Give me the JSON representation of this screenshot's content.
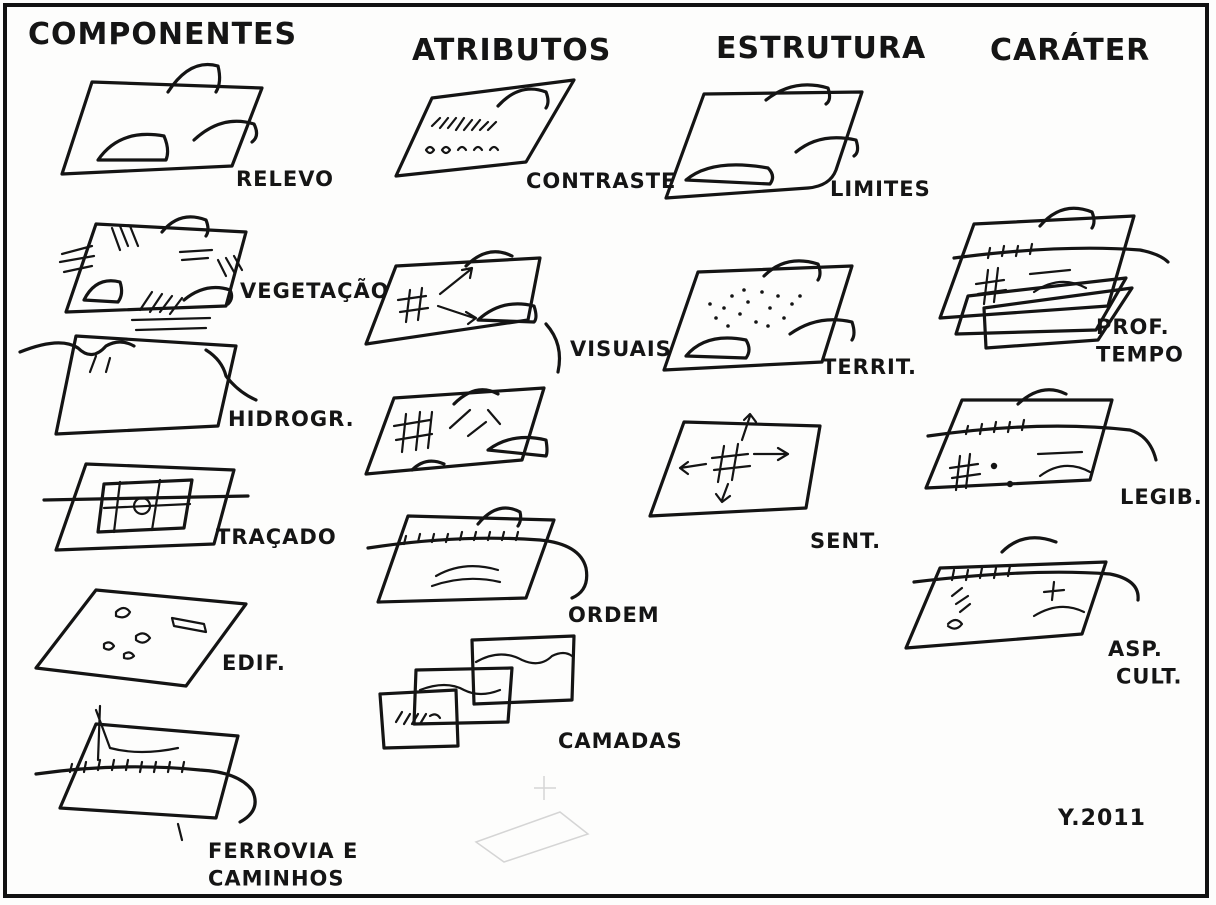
{
  "columns": {
    "componentes": {
      "heading": "COMPONENTES",
      "items": [
        "RELEVO",
        "VEGETAÇÃO",
        "HIDROGR.",
        "TRAÇADO",
        "EDIF.",
        "FERROVIA E CAMINHOS"
      ]
    },
    "atributos": {
      "heading": "ATRIBUTOS",
      "items": [
        "CONTRASTE",
        "VISUAIS",
        "ORDEM",
        "CAMADAS"
      ]
    },
    "estrutura": {
      "heading": "ESTRUTURA",
      "items": [
        "LIMITES",
        "TERRIT.",
        "SENT."
      ]
    },
    "carater": {
      "heading": "CARÁTER",
      "items": [
        "PROF. TEMPO",
        "LEGIB.",
        "ASP. CULT."
      ]
    }
  },
  "signature": "Y.2011"
}
